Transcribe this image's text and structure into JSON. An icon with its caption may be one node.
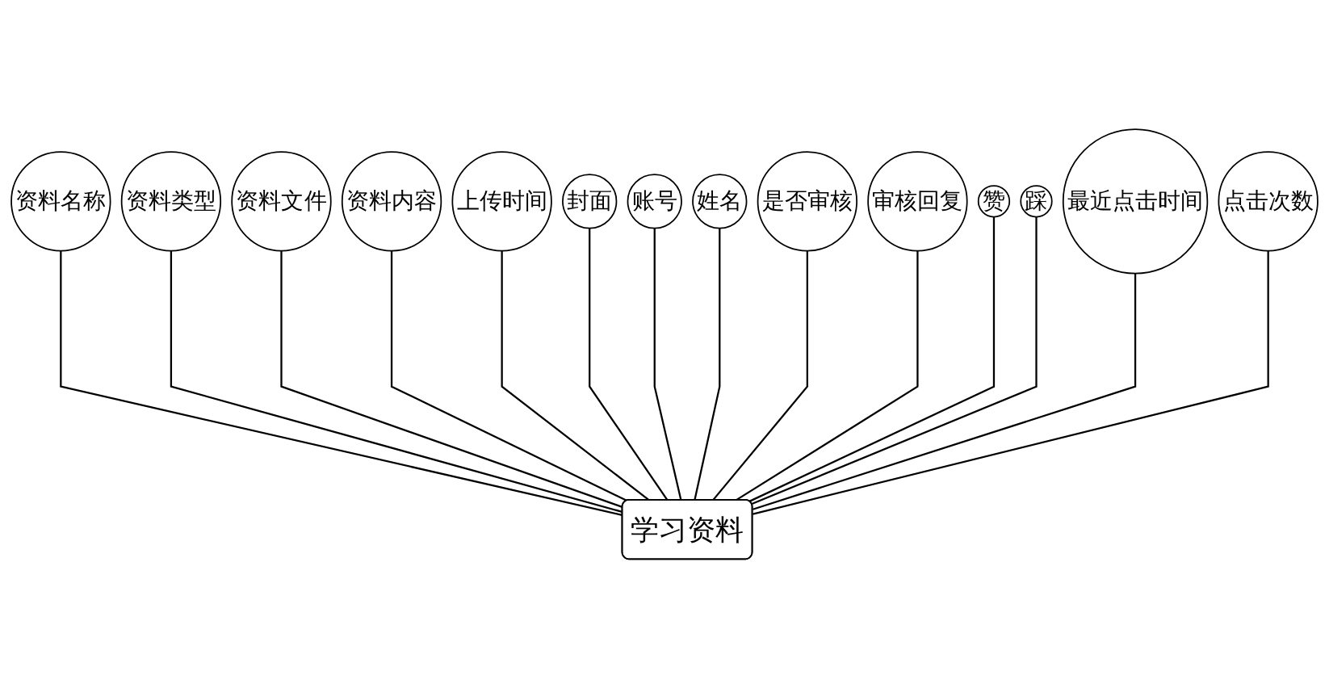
{
  "diagram": {
    "nodes": [
      {
        "text": [
          "资料名称"
        ]
      },
      {
        "text": [
          "资料类型"
        ]
      },
      {
        "text": [
          "资料文件"
        ]
      },
      {
        "text": [
          "资料内容"
        ]
      },
      {
        "text": [
          "上传时间"
        ]
      },
      {
        "text": [
          "封面"
        ]
      },
      {
        "text": [
          "账号"
        ]
      },
      {
        "text": [
          "姓名"
        ]
      },
      {
        "text": [
          "是否审核"
        ]
      },
      {
        "text": [
          "审核回复"
        ]
      },
      {
        "text": [
          "赞"
        ]
      },
      {
        "text": [
          "踩"
        ]
      },
      {
        "text": [
          "最近点击时间"
        ]
      },
      {
        "text": [
          "点击次数"
        ]
      },
      {
        "text": [
          "学习资料"
        ]
      }
    ],
    "edges": [
      {
        "from": 14,
        "to": 0,
        "arrow": "none"
      },
      {
        "from": 14,
        "to": 1,
        "arrow": "none"
      },
      {
        "from": 14,
        "to": 2,
        "arrow": "none"
      },
      {
        "from": 14,
        "to": 3,
        "arrow": "none"
      },
      {
        "from": 14,
        "to": 4,
        "arrow": "none"
      },
      {
        "from": 14,
        "to": 5,
        "arrow": "none"
      },
      {
        "from": 14,
        "to": 6,
        "arrow": "none"
      },
      {
        "from": 14,
        "to": 7,
        "arrow": "none"
      },
      {
        "from": 14,
        "to": 8,
        "arrow": "none"
      },
      {
        "from": 14,
        "to": 9,
        "arrow": "none"
      },
      {
        "from": 14,
        "to": 10,
        "arrow": "none"
      },
      {
        "from": 14,
        "to": 11,
        "arrow": "none"
      },
      {
        "from": 14,
        "to": 12,
        "arrow": "none"
      },
      {
        "from": 14,
        "to": 13,
        "arrow": "none"
      }
    ]
  }
}
